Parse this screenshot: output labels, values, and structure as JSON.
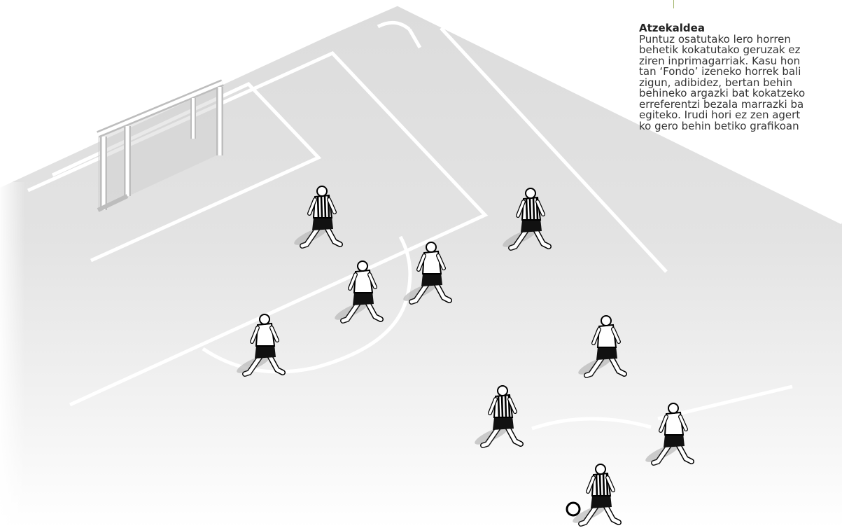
{
  "annotation": {
    "title": "Atzekaldea",
    "lines": [
      "Puntuz osatutako lero horren",
      "behetik kokatutako geruzak ez",
      "ziren inprimagarriak. Kasu hon",
      "tan ‘Fondo’ izeneko horrek bali",
      "zigun, adibidez, bertan behin",
      "behineko argazki bat kokatzeko",
      "erreferentzi bezala marrazki ba",
      "egiteko. Irudi hori ez zen agert",
      "ko gero behin betiko grafikoan"
    ]
  },
  "players": [
    {
      "team": "striped"
    },
    {
      "team": "striped"
    },
    {
      "team": "white"
    },
    {
      "team": "white"
    },
    {
      "team": "white"
    },
    {
      "team": "white"
    },
    {
      "team": "striped"
    },
    {
      "team": "white"
    },
    {
      "team": "striped"
    }
  ],
  "colors": {
    "pitch": "#e6e6e6",
    "lines": "#ffffff",
    "goal": "#c8c8c8",
    "accent_tick": "#a3b56b"
  }
}
